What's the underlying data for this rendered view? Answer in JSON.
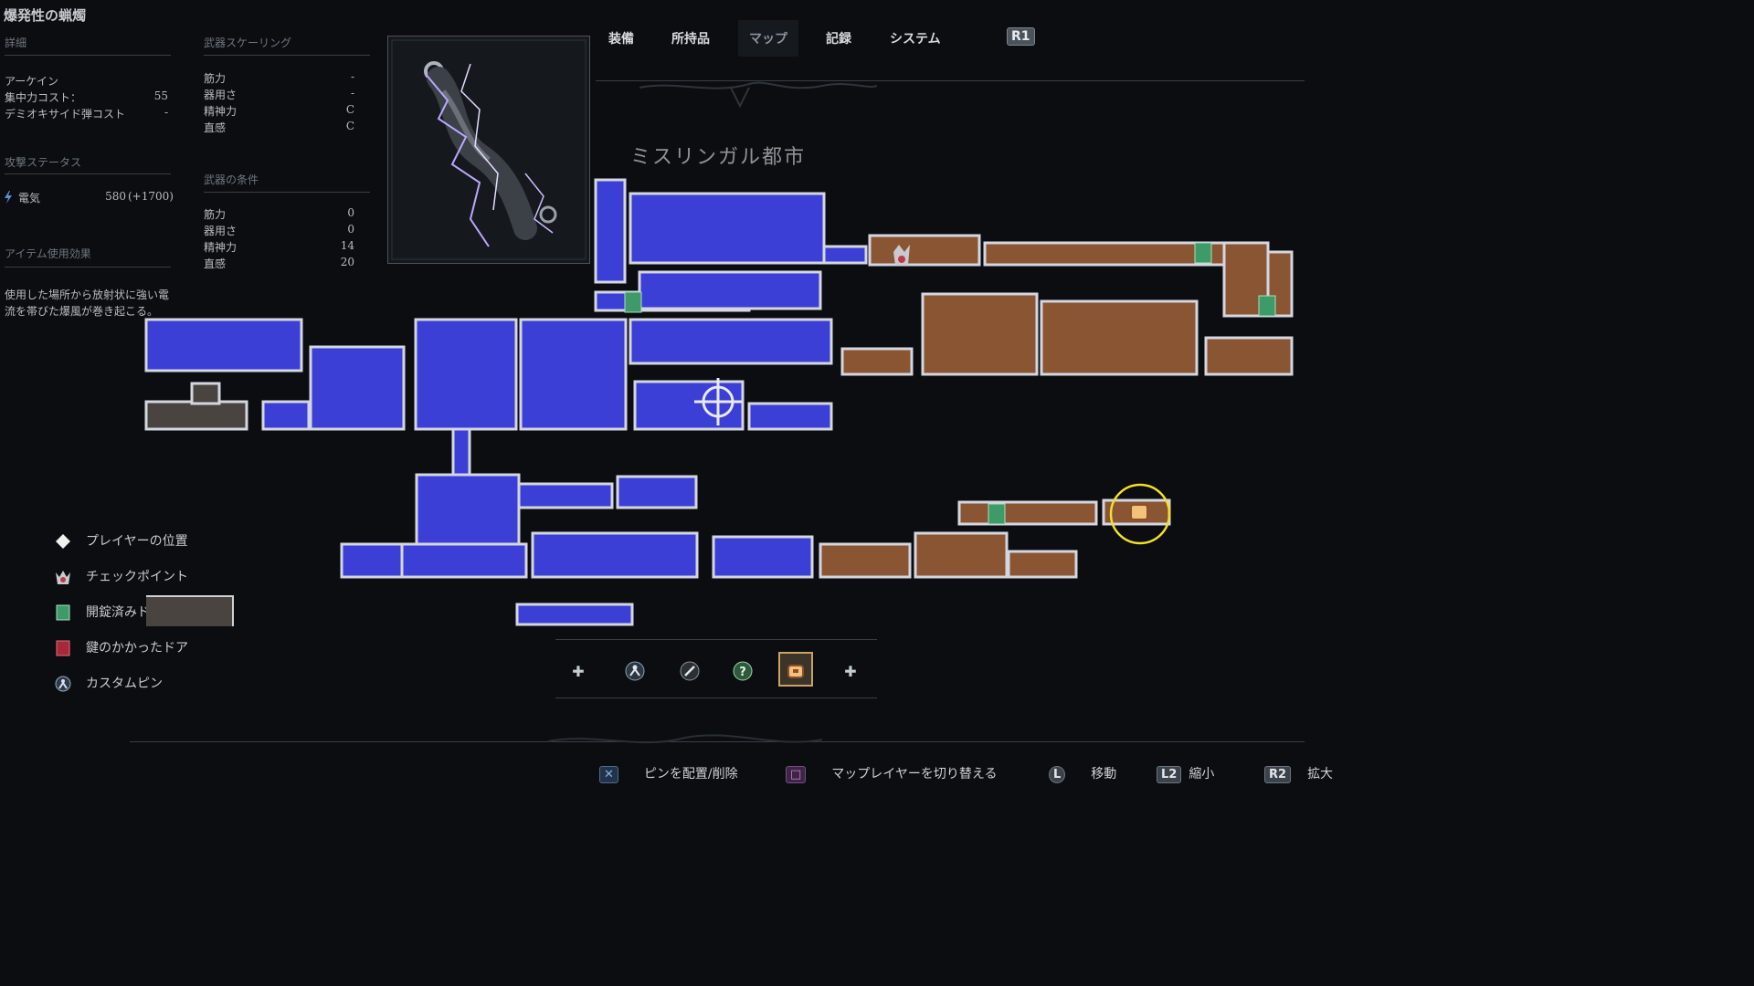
{
  "item": {
    "name": "爆発性の蝋燭",
    "details_header": "詳細",
    "type": "アーケイン",
    "focus_cost_label": "集中力コスト：",
    "focus_cost_value": "55",
    "ammo_cost_label": "デミオキサイド弾コスト",
    "ammo_cost_value": "-",
    "attack_header": "攻撃ステータス",
    "element_label": "電気",
    "element_value": "580",
    "element_bonus": "(+1700)",
    "effect_header": "アイテム使用効果",
    "effect_text_line1": "使用した場所から放射状に強い電",
    "effect_text_line2": "流を帯びた爆風が巻き起こる。",
    "scaling_header": "武器スケーリング",
    "scaling": [
      {
        "label": "筋力",
        "value": "-"
      },
      {
        "label": "器用さ",
        "value": "-"
      },
      {
        "label": "精神力",
        "value": "C"
      },
      {
        "label": "直感",
        "value": "C"
      }
    ],
    "requirements_header": "武器の条件",
    "requirements": [
      {
        "label": "筋力",
        "value": "0"
      },
      {
        "label": "器用さ",
        "value": "0"
      },
      {
        "label": "精神力",
        "value": "14"
      },
      {
        "label": "直感",
        "value": "20"
      }
    ]
  },
  "tabs": [
    {
      "label": "装備",
      "active": false
    },
    {
      "label": "所持品",
      "active": false
    },
    {
      "label": "マップ",
      "active": true
    },
    {
      "label": "記録",
      "active": false
    },
    {
      "label": "システム",
      "active": false
    }
  ],
  "r1_label": "R1",
  "map": {
    "area_name": "ミスリンガル都市",
    "colors": {
      "explored": "#3c3fd6",
      "visited_other": "#8a5533",
      "unexplored": "#4a4440",
      "outline": "#d8d8e2"
    }
  },
  "legend": [
    {
      "icon": "diamond-icon",
      "label": "プレイヤーの位置"
    },
    {
      "icon": "checkpoint-icon",
      "label": "チェックポイント"
    },
    {
      "icon": "unlocked-door-icon",
      "label": "開錠済みドア"
    },
    {
      "icon": "locked-door-icon",
      "label": "鍵のかかったドア"
    },
    {
      "icon": "custom-pin-icon",
      "label": "カスタムピン"
    }
  ],
  "toolbar": [
    {
      "icon": "cross-left-icon"
    },
    {
      "icon": "figure-pin-icon"
    },
    {
      "icon": "sword-pin-icon"
    },
    {
      "icon": "question-pin-icon"
    },
    {
      "icon": "chest-pin-icon",
      "selected": true
    },
    {
      "icon": "cross-right-icon"
    }
  ],
  "footer": [
    {
      "button": "✕",
      "label": "ピンを配置/削除"
    },
    {
      "button": "□",
      "label": "マップレイヤーを切り替える"
    },
    {
      "button": "L",
      "label": "移動"
    },
    {
      "button": "L2",
      "label": "縮小"
    },
    {
      "button": "R2",
      "label": "拡大"
    }
  ]
}
